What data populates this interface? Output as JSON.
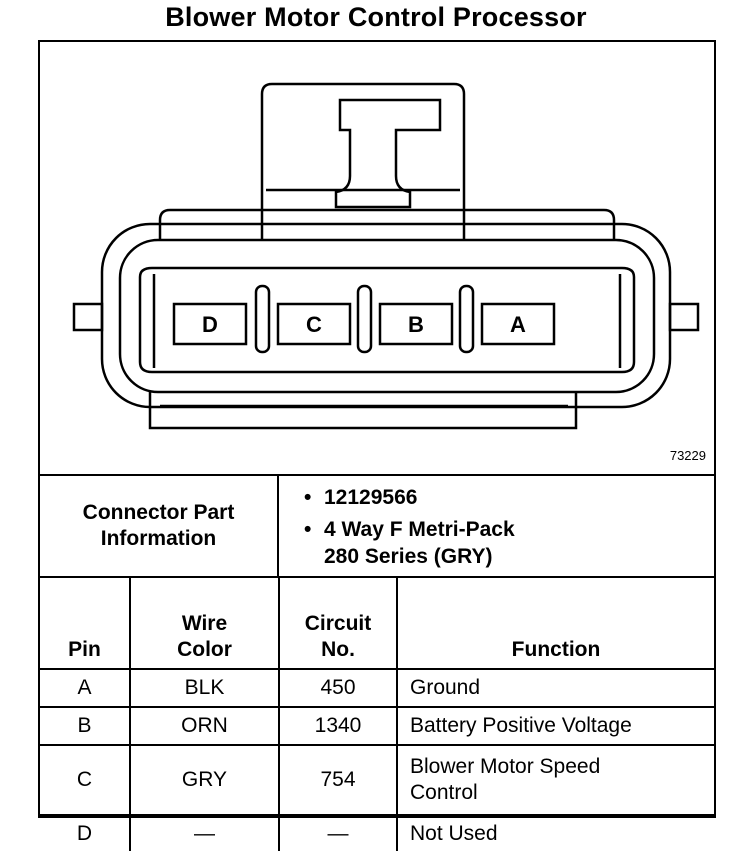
{
  "title": "Blower Motor Control Processor",
  "figure_number": "73229",
  "connector_pins": [
    "D",
    "C",
    "B",
    "A"
  ],
  "connector_info": {
    "label_line1": "Connector Part",
    "label_line2": "Information",
    "items": [
      "12129566",
      "4 Way F Metri-Pack",
      "280 Series (GRY)"
    ]
  },
  "table": {
    "headers": {
      "pin": "Pin",
      "wire_line1": "Wire",
      "wire_line2": "Color",
      "circuit_line1": "Circuit",
      "circuit_line2": "No.",
      "function": "Function"
    },
    "rows": [
      {
        "pin": "A",
        "wire": "BLK",
        "circuit": "450",
        "function_line1": "Ground",
        "function_line2": ""
      },
      {
        "pin": "B",
        "wire": "ORN",
        "circuit": "1340",
        "function_line1": "Battery Positive Voltage",
        "function_line2": ""
      },
      {
        "pin": "C",
        "wire": "GRY",
        "circuit": "754",
        "function_line1": "Blower Motor Speed",
        "function_line2": "Control"
      },
      {
        "pin": "D",
        "wire": "—",
        "circuit": "—",
        "function_line1": "Not Used",
        "function_line2": ""
      }
    ]
  }
}
